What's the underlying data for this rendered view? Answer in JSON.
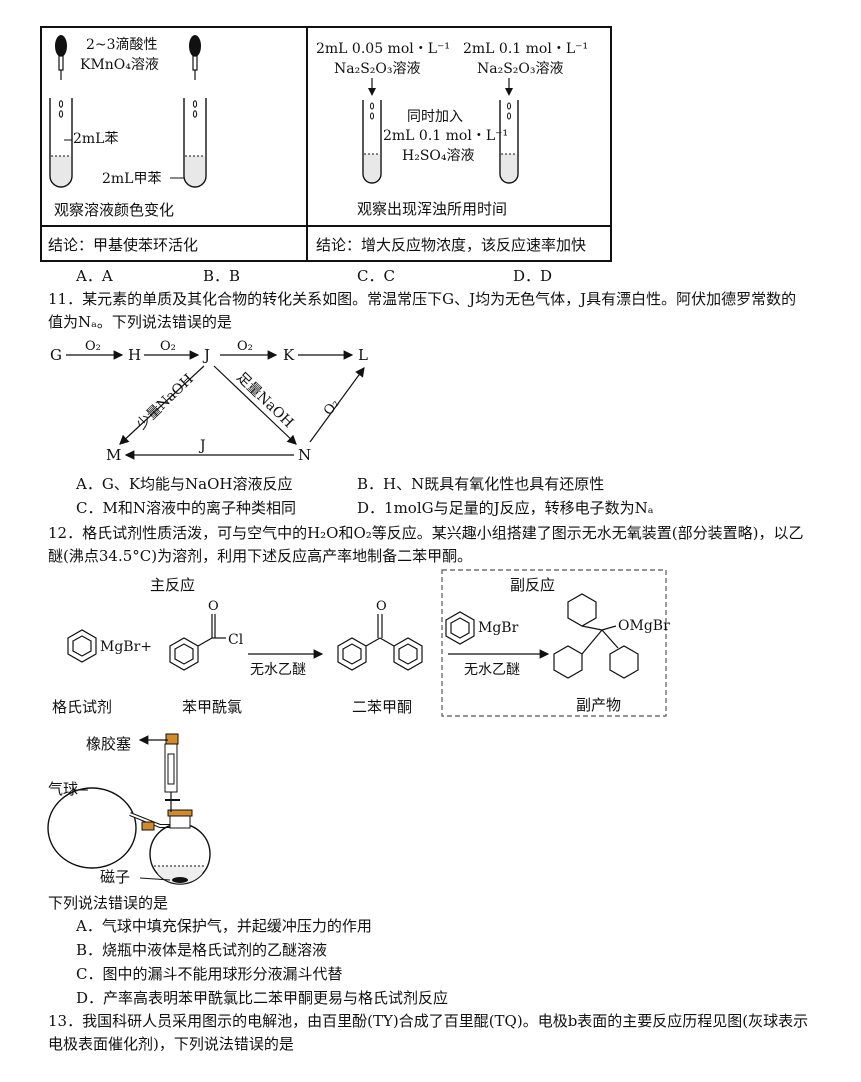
{
  "table": {
    "left_cell": {
      "reagent_label": "2~3滴酸性",
      "reagent_label2": "KMnO₄溶液",
      "tube1_label": "2mL苯",
      "tube2_label": "2mL甲苯",
      "observe": "观察溶液颜色变化",
      "conclusion": "结论：甲基使苯环活化"
    },
    "right_cell": {
      "reagent1_line1": "2mL 0.05 mol・L⁻¹",
      "reagent1_line2": "Na₂S₂O₃溶液",
      "reagent2_line1": "2mL 0.1 mol・L⁻¹",
      "reagent2_line2": "Na₂S₂O₃溶液",
      "add_line1": "同时加入",
      "add_line2": "2mL 0.1 mol・L⁻¹",
      "add_line3": "H₂SO₄溶液",
      "observe": "观察出现浑浊所用时间",
      "conclusion": "结论：增大反应物浓度，该反应速率加快"
    }
  },
  "q10_options": {
    "a": "A．A",
    "b": "B．B",
    "c": "C．C",
    "d": "D．D"
  },
  "q11": {
    "stem_line1": "11．某元素的单质及其化合物的转化关系如图。常温常压下G、J均为无色气体，J具有漂白性。阿伏加德罗常数的",
    "stem_line2": "值为Nₐ。下列说法错误的是",
    "diagram": {
      "G": "G",
      "H": "H",
      "J": "J",
      "K": "K",
      "L": "L",
      "M": "M",
      "N": "N",
      "o2": "O₂",
      "little_naoh": "少量NaOH",
      "excess_naoh": "足量NaOH",
      "j_label": "J"
    },
    "options": {
      "a": "A．G、K均能与NaOH溶液反应",
      "b": "B．H、N既具有氧化性也具有还原性",
      "c": "C．M和N溶液中的离子种类相同",
      "d": "D．1molG与足量的J反应，转移电子数为Nₐ"
    }
  },
  "q12": {
    "stem_line1": "12．格氏试剂性质活泼，可与空气中的H₂O和O₂等反应。某兴趣小组搭建了图示无水无氧装置(部分装置略)，以乙",
    "stem_line2": "醚(沸点34.5°C)为溶剂，利用下述反应高产率地制备二苯甲酮。",
    "main_reaction": "主反应",
    "side_reaction": "副反应",
    "mgbr_plus": "MgBr+",
    "mgbr": "MgBr",
    "cl": "Cl",
    "o": "O",
    "omgbr": "OMgBr",
    "solvent": "无水乙醚",
    "grignard": "格氏试剂",
    "benzoyl_chloride": "苯甲酰氯",
    "benzophenone": "二苯甲酮",
    "byproduct": "副产物",
    "stopper": "橡胶塞",
    "balloon": "气球",
    "magnet": "磁子",
    "question": "下列说法错误的是",
    "options": {
      "a": "A．气球中填充保护气，并起缓冲压力的作用",
      "b": "B．烧瓶中液体是格氏试剂的乙醚溶液",
      "c": "C．图中的漏斗不能用球形分液漏斗代替",
      "d": "D．产率高表明苯甲酰氯比二苯甲酮更易与格氏试剂反应"
    }
  },
  "q13": {
    "stem_line1": "13．我国科研人员采用图示的电解池，由百里酚(TY)合成了百里醌(TQ)。电极b表面的主要反应历程见图(灰球表示",
    "stem_line2": "电极表面催化剂)，下列说法错误的是"
  }
}
